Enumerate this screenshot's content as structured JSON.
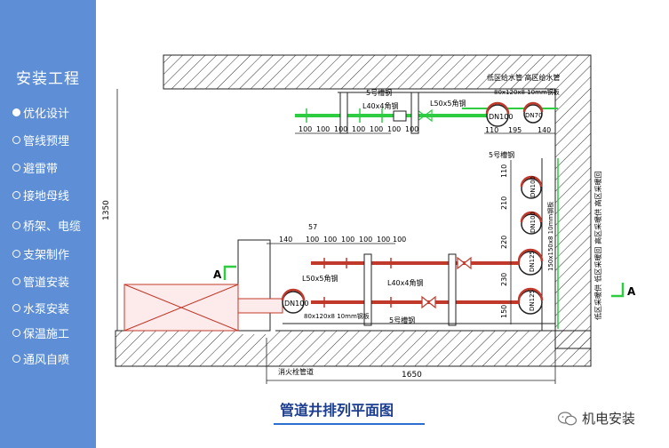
{
  "sidebar": {
    "title": "安装工程",
    "items": [
      {
        "label": "优化设计",
        "active": true
      },
      {
        "label": "管线预埋",
        "active": false
      },
      {
        "label": "避雷带",
        "active": false
      },
      {
        "label": "接地母线",
        "active": false
      },
      {
        "label": "桥架、电缆",
        "active": false
      },
      {
        "label": "支架制作",
        "active": false
      },
      {
        "label": "管道安装",
        "active": false
      },
      {
        "label": "水泵安装",
        "active": false
      },
      {
        "label": "保温施工",
        "active": false
      },
      {
        "label": "通风自喷",
        "active": false
      }
    ]
  },
  "diagram": {
    "caption": "管道井排列平面图",
    "top_pipes_label": "低区给水管 高区给水管",
    "top_plate": "80x120x8 10mm钢板",
    "channel5_top": "5号槽钢",
    "angle_top": "L40x4角钢",
    "angle50_top": "L50x5角钢",
    "dn100_top": "DN100",
    "dn70": "DN70",
    "top_dims": [
      "100",
      "100",
      "100",
      "100",
      "100",
      "100",
      "100"
    ],
    "right_dims_top": [
      "110",
      "195",
      "140"
    ],
    "channel5_right": "5号槽钢",
    "right_pipes": [
      "DN100",
      "DN100",
      "DN125",
      "DN125"
    ],
    "right_vdims": [
      "110",
      "210",
      "220",
      "230",
      "150"
    ],
    "right_plate": "150x150x8 10mm钢板",
    "right_side_label": "低区采暖供 低区采暖回 高区采暖供 高区采暖回",
    "dim_1350": "1350",
    "mid_dims": [
      "140",
      "57",
      "100",
      "100",
      "100",
      "100",
      "100",
      "100"
    ],
    "angle50_bottom": "L50x5角钢",
    "angle_bottom": "L40x4角钢",
    "dn100_bottom": "DN100",
    "bottom_plate": "80x120x8 10mm钢板",
    "channel5_bottom": "5号槽钢",
    "fire_pipe": "消火栓管道",
    "dim_1650": "1650",
    "section_left": "A",
    "section_right": "A"
  },
  "watermark": "机电安装"
}
